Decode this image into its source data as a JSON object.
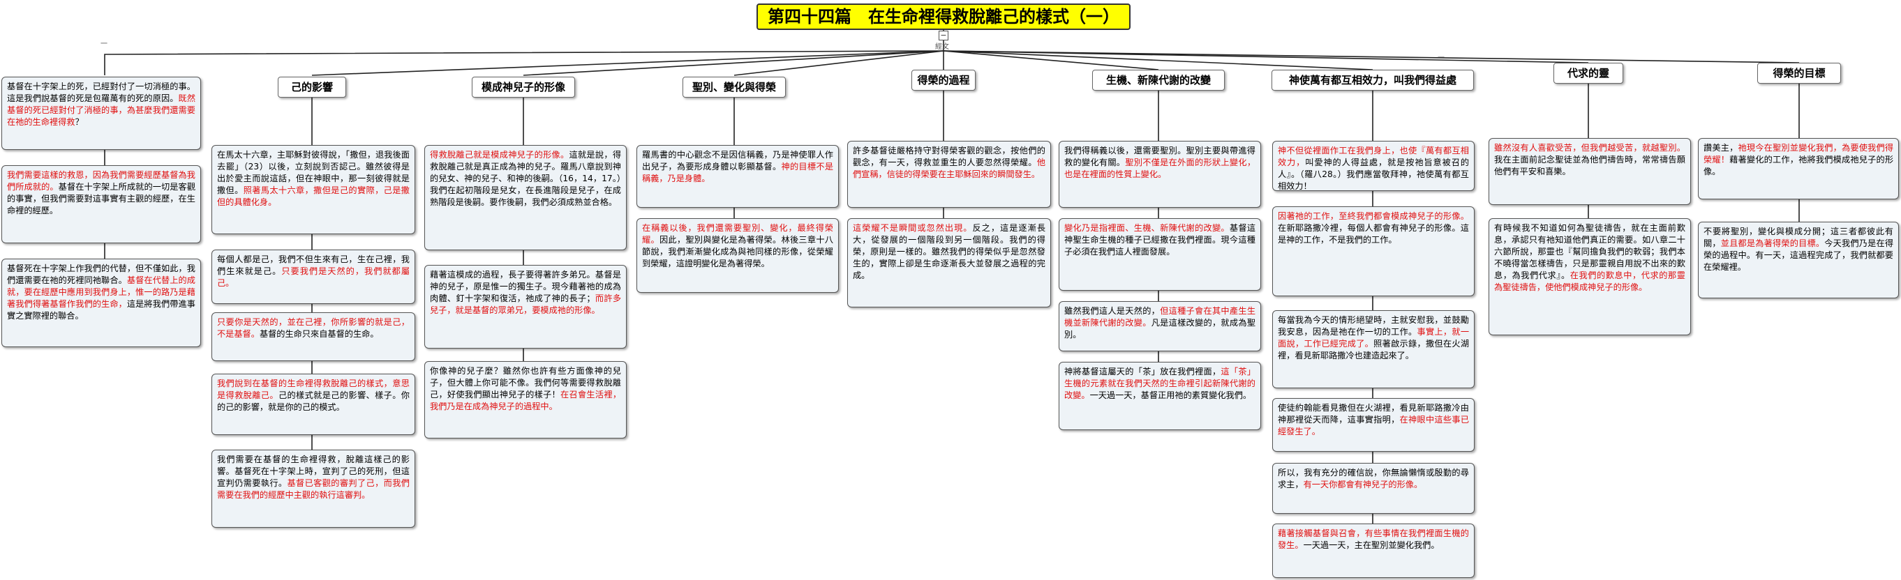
{
  "title": "第四十四篇　在生命裡得救脫離己的樣式（一）",
  "tiny_labels": {
    "near_left": "一",
    "center": "經文",
    "near_right": "一"
  },
  "branches": [
    {
      "id": "b1",
      "label": "己的影響",
      "boxes": [
        {
          "id": "b1c1",
          "parts": [
            [
              "在馬太十六章，主耶穌對彼得說，「撒但，退我後面去罷」（23）以後，立刻說到否認己。雖然彼得是出於愛主而說這話，但在神眼中，那一刻彼得就是撒但。",
              0
            ],
            [
              "照著馬太十六章，撒但是己的實際，己是撒但的具體化身。",
              1
            ]
          ]
        },
        {
          "id": "b1c2",
          "parts": [
            [
              "每個人都是己，我們不但生來有己，生在己裡，我們生來就是己。",
              0
            ],
            [
              "只要我們是天然的，我們就都屬己。",
              1
            ]
          ]
        },
        {
          "id": "b1c3",
          "parts": [
            [
              "只要你是天然的，並在己裡，你所影響的就是己，不是基督。",
              1
            ],
            [
              "基督的生命只來自基督的生命。",
              0
            ]
          ]
        },
        {
          "id": "b1c4",
          "parts": [
            [
              "我們說到在基督的生命裡得救脫離己的樣式，意思是得救脫離己。",
              1
            ],
            [
              "己的樣式就是己的影響、樣子。你的己的影響，就是你的己的模式。",
              0
            ]
          ]
        },
        {
          "id": "b1c5",
          "parts": [
            [
              "我們需要在基督的生命裡得救，脫離這樣己的影響。基督死在十字架上時，宣判了己的死刑，但這宣判仍需要執行。",
              0
            ],
            [
              "基督已客觀的審判了己，而我們需要在我們的經歷中主觀的執行這審判。",
              1
            ]
          ]
        }
      ]
    },
    {
      "id": "b2",
      "label": "模成神兒子的形像",
      "boxes": [
        {
          "id": "b2c1",
          "parts": [
            [
              "得救脫離己就是模成神兒子的形像。",
              1
            ],
            [
              "這就是說，得救脫離己就是真正成為神的兒子。羅馬八章說到神的兒女、神的兒子、和神的後嗣。（16，14，17。）我們在起初階段是兒女，在長進階段是兒子，在成熟階段是後嗣。要作後嗣，我們必須成熟並合格。",
              0
            ]
          ]
        },
        {
          "id": "b2c2",
          "parts": [
            [
              "藉著這模成的過程，長子要得著許多弟兄。基督是神的兒子，原是惟一的獨生子。現今藉著祂的成為肉體、釘十字架和復活，祂成了神的長子；",
              0
            ],
            [
              "而許多兒子，就是基督的眾弟兄，要模成祂的形像。",
              1
            ]
          ]
        },
        {
          "id": "b2c3",
          "parts": [
            [
              "你像神的兒子麼？雖然你也許有些方面像神的兒子，但大體上你可能不像。我們何等需要得救脫離己，好使我們顯出神兒子的樣子！",
              0
            ],
            [
              "在召會生活裡，我們乃是在成為神兒子的過程中。",
              1
            ]
          ]
        }
      ]
    },
    {
      "id": "b3",
      "label": "聖別、變化與得榮",
      "boxes": [
        {
          "id": "b3c1",
          "parts": [
            [
              "羅馬書的中心觀念不是因信稱義，乃是神使罪人作出兒子，為要形成身體以彰顯基督。",
              0
            ],
            [
              "神的目標不是稱義，乃是身體。",
              1
            ]
          ]
        },
        {
          "id": "b3c2",
          "parts": [
            [
              "在稱義以後，我們還需要聖別、變化，最終得榮耀。",
              1
            ],
            [
              "因此，聖別與變化是為著得榮。林後三章十八節說，我們漸漸變化成為與祂同樣的形像，從榮耀到榮耀，這證明變化是為著得榮。",
              0
            ]
          ]
        }
      ]
    },
    {
      "id": "b4",
      "label": "得榮的過程",
      "boxes": [
        {
          "id": "b4c1",
          "parts": [
            [
              "許多基督徒嚴格持守對得榮客觀的觀念，按他們的觀念，有一天，得救並重生的人要忽然得榮耀。",
              0
            ],
            [
              "他們宣稱，信徒的得榮要在主耶穌回來的瞬間發生。",
              1
            ]
          ]
        },
        {
          "id": "b4c2",
          "parts": [
            [
              "這榮耀不是瞬間或忽然出現。",
              1
            ],
            [
              "反之，這是逐漸長大，從發展的一個階段到另一個階段。我們的得榮，原則是一樣的。雖然我們的得榮似乎是忽然發生的，實際上卻是生命逐漸長大並發展之過程的完成。",
              0
            ]
          ]
        }
      ]
    },
    {
      "id": "b5",
      "label": "生機、新陳代謝的改變",
      "boxes": [
        {
          "id": "b5c1",
          "parts": [
            [
              "我們得稱義以後，還需要聖別。聖別主要與帶進得救的變化有關。",
              0
            ],
            [
              "聖別不僅是在外面的形狀上變化，也是在裡面的性質上變化。",
              1
            ]
          ]
        },
        {
          "id": "b5c2",
          "parts": [
            [
              "變化乃是指裡面、生機、新陳代謝的改變。",
              1
            ],
            [
              "基督這神聖生命生機的種子已經撒在我們裡面。現今這種子必須在我們這人裡面發展。",
              0
            ]
          ]
        },
        {
          "id": "b5c3",
          "parts": [
            [
              "雖然我們這人是天然的，",
              0
            ],
            [
              "但這種子會在其中產生生機並新陳代謝的改變。",
              1
            ],
            [
              "凡是這樣改變的，就成為聖別。",
              0
            ]
          ]
        },
        {
          "id": "b5c4",
          "parts": [
            [
              "神將基督這屬天的「茶」放在我們裡面，",
              0
            ],
            [
              "這「茶」生機的元素就在我們天然的生命裡引起新陳代謝的改變。",
              1
            ],
            [
              "一天過一天，基督正用祂的素質變化我們。",
              0
            ]
          ]
        }
      ]
    },
    {
      "id": "b6",
      "label": "神使萬有都互相效力，叫我們得益處",
      "boxes": [
        {
          "id": "b6c1",
          "parts": [
            [
              "神不但從裡面作工在我們身上，也使『萬有都互相效力，",
              1
            ],
            [
              "叫愛神的人得益處，就是按祂旨意被召的人』。（羅八28。）我們應當敬拜神，祂使萬有都互相效力！",
              0
            ]
          ]
        },
        {
          "id": "b6c2",
          "parts": [
            [
              "因著祂的工作，至終我們都會模成神兒子的形像。",
              1
            ],
            [
              "在新耶路撒冷裡，每個人都會有神兒子的形像。這是神的工作，不是我們的工作。",
              0
            ]
          ]
        },
        {
          "id": "b6c3",
          "parts": [
            [
              "每當我為今天的情形絕望時，主就安慰我，並鼓勵我安息，因為是祂在作一切的工作。",
              0
            ],
            [
              "事實上，就一面說，工作已經完成了。",
              1
            ],
            [
              "照著啟示錄，撒但在火湖裡，看見新耶路撒冷也建造起來了。",
              0
            ]
          ]
        },
        {
          "id": "b6c4",
          "parts": [
            [
              "使徒約翰能看見撒但在火湖裡，看見新耶路撒冷由神那裡從天而降，這事實指明，",
              0
            ],
            [
              "在神眼中這些事已經發生了。",
              1
            ]
          ]
        },
        {
          "id": "b6c5",
          "parts": [
            [
              "所以，我有充分的確信說，你無論懶惰或殷勤的尋求主，",
              0
            ],
            [
              "有一天你都會有神兒子的形像。",
              1
            ]
          ]
        },
        {
          "id": "b6c6",
          "parts": [
            [
              "藉著接觸基督與召會，有些事情在我們裡面生機的發生。",
              1
            ],
            [
              "一天過一天，主在聖別並變化我們。",
              0
            ]
          ]
        }
      ]
    },
    {
      "id": "b7",
      "label": "代求的靈",
      "boxes": [
        {
          "id": "b7c1",
          "parts": [
            [
              "雖然沒有人喜歡受苦，但我們越受苦，就越聖別。",
              1
            ],
            [
              "我在主面前記念聖徒並為他們禱告時，常常禱告願他們有平安和喜樂。",
              0
            ]
          ]
        },
        {
          "id": "b7c2",
          "parts": [
            [
              "有時候我不知道如何為聖徒禱告，就在主面前歎息，承認只有祂知道他們真正的需要。如八章二十六節所說，那靈也『幫同擔負我們的軟弱；我們本不曉得當怎樣禱告，只是那靈親自用說不出來的歎息，為我們代求』。",
              0
            ],
            [
              "在我們的歎息中，代求的那靈為聖徒禱告，使他們模成神兒子的形像。",
              1
            ]
          ]
        }
      ]
    },
    {
      "id": "b8",
      "label": "得榮的目標",
      "boxes": [
        {
          "id": "b8c1",
          "parts": [
            [
              "讚美主，",
              0
            ],
            [
              "祂現今在聖別並變化我們，為要使我們得榮耀！",
              1
            ],
            [
              "藉著變化的工作，祂將我們模成祂兒子的形像。",
              0
            ]
          ]
        },
        {
          "id": "b8c2",
          "parts": [
            [
              "不要將聖別，變化與模成分開；這三者都彼此有關，",
              0
            ],
            [
              "並且都是為著得榮的目標。",
              1
            ],
            [
              "今天我們乃是在得榮的過程中。有一天，這過程完成了，我們就都要在榮耀裡。",
              0
            ]
          ]
        }
      ]
    }
  ],
  "left_boxes": [
    {
      "id": "L1",
      "parts": [
        [
          "基督在十字架上的死，已經對付了一切消極的事。這是我們說基督的死是包羅萬有的死的原因。",
          0
        ],
        [
          "既然基督的死已經對付了消極的事，為甚麼我們還需要在祂的生命裡得救",
          1
        ],
        [
          "？",
          0
        ]
      ]
    },
    {
      "id": "L2",
      "parts": [
        [
          "我們需要這樣的救恩，因為我們需要經歷基督為我們所成就的。",
          1
        ],
        [
          "基督在十字架上所成就的一切是客觀的事實，但我們需要對這事實有主觀的經歷，在生命裡的經歷。",
          0
        ]
      ]
    },
    {
      "id": "L3",
      "parts": [
        [
          "基督死在十字架上作我們的代替，但不僅如此，我們還需要在祂的死裡同祂聯合。",
          0
        ],
        [
          "基督在代替上的成就，要在經歷中應用到我們身上，惟一的路乃是藉著我們得著基督作我們的生命，",
          1
        ],
        [
          "這是將我們帶進事實之實際裡的聯合。",
          0
        ]
      ]
    }
  ]
}
